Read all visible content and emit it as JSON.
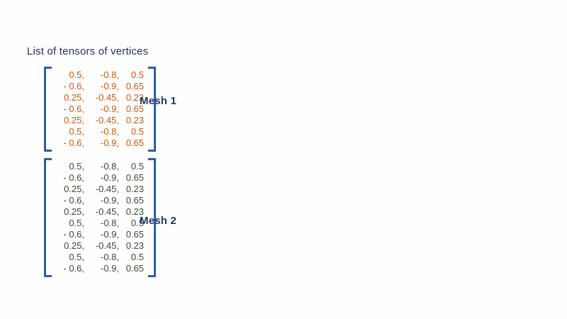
{
  "page": {
    "title": "List of tensors of vertices"
  },
  "colors": {
    "background": "#fffefe",
    "title_text": "#1c2f5e",
    "bracket_blue": "#2e5ca8",
    "mesh_label_text": "#1f3864",
    "mesh1_values_text": "#c55a11",
    "mesh2_values_text": "#3e4637"
  },
  "matrices": [
    {
      "label": "Mesh 1",
      "rows": [
        [
          "0.5,",
          "-0.8,",
          "0.5"
        ],
        [
          "- 0.6,",
          "-0.9,",
          "0.65"
        ],
        [
          "0.25,",
          "-0.45,",
          "0.23"
        ],
        [
          "- 0.6,",
          "-0.9,",
          "0.65"
        ],
        [
          "0.25,",
          "-0.45,",
          "0.23"
        ],
        [
          "0.5,",
          "-0.8,",
          "0.5"
        ],
        [
          "- 0.6,",
          "-0.9,",
          "0.65"
        ]
      ]
    },
    {
      "label": "Mesh 2",
      "rows": [
        [
          "0.5,",
          "-0.8,",
          "0.5"
        ],
        [
          "- 0.6,",
          "-0.9,",
          "0.65"
        ],
        [
          "0.25,",
          "-0.45,",
          "0.23"
        ],
        [
          "- 0.6,",
          "-0.9,",
          "0.65"
        ],
        [
          "0.25,",
          "-0.45,",
          "0.23"
        ],
        [
          "0.5,",
          "-0.8,",
          "0.5"
        ],
        [
          "- 0.6,",
          "-0.9,",
          "0.65"
        ],
        [
          "0.25,",
          "-0.45,",
          "0.23"
        ],
        [
          "0.5,",
          "-0.8,",
          "0.5"
        ],
        [
          "- 0.6,",
          "-0.9,",
          "0.65"
        ]
      ]
    }
  ]
}
